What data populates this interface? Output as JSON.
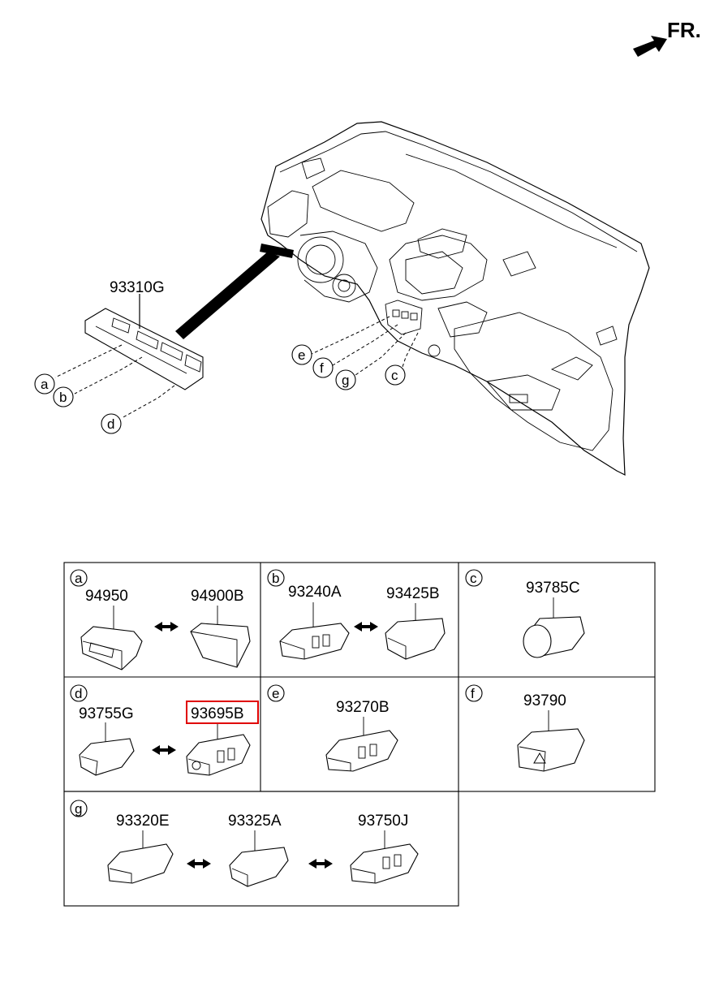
{
  "header": {
    "fr_label": "FR."
  },
  "overview": {
    "main_part": "93310G",
    "callouts": [
      "a",
      "b",
      "c",
      "d",
      "e",
      "f",
      "g"
    ]
  },
  "cells": [
    {
      "letter": "a",
      "parts": [
        "94950",
        "94900B"
      ]
    },
    {
      "letter": "b",
      "parts": [
        "93240A",
        "93425B"
      ]
    },
    {
      "letter": "c",
      "parts": [
        "93785C"
      ]
    },
    {
      "letter": "d",
      "parts": [
        "93755G",
        "93695B"
      ],
      "highlighted_part": "93695B"
    },
    {
      "letter": "e",
      "parts": [
        "93270B"
      ]
    },
    {
      "letter": "f",
      "parts": [
        "93790"
      ]
    },
    {
      "letter": "g",
      "parts": [
        "93320E",
        "93325A",
        "93750J"
      ]
    }
  ],
  "colors": {
    "highlight": "#e00000",
    "line": "#000000"
  }
}
